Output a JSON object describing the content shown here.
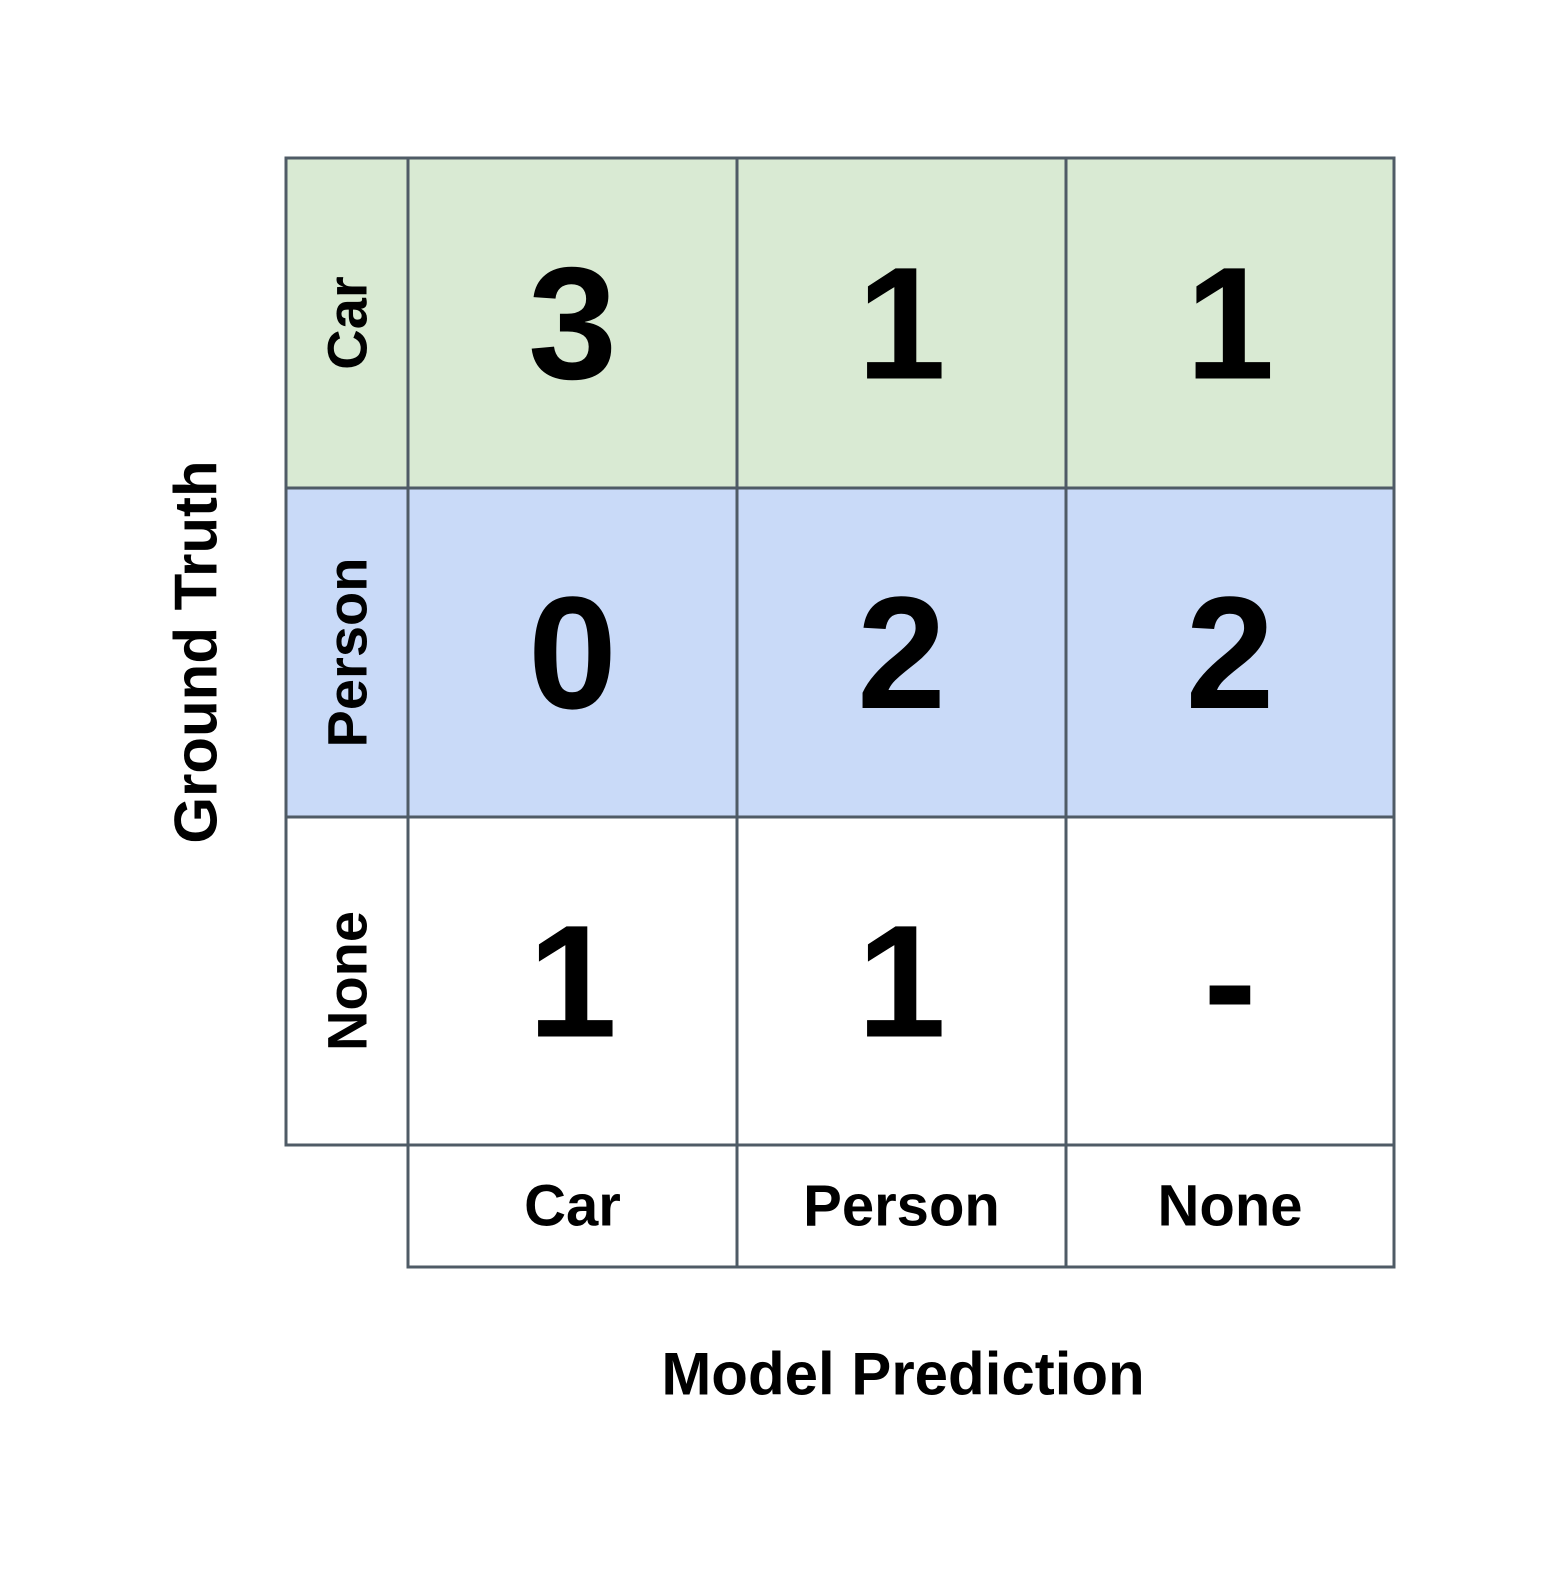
{
  "chart_data": {
    "type": "heatmap",
    "xlabel": "Model Prediction",
    "ylabel": "Ground Truth",
    "x_categories": [
      "Car",
      "Person",
      "None"
    ],
    "y_categories": [
      "Car",
      "Person",
      "None"
    ],
    "values": [
      [
        "3",
        "1",
        "1"
      ],
      [
        "0",
        "2",
        "2"
      ],
      [
        "1",
        "1",
        "-"
      ]
    ],
    "row_colors": [
      "#d9ead3",
      "#c9daf8",
      "#ffffff"
    ],
    "grid_color": "#4f5b66",
    "legend": "none",
    "grid": true
  }
}
